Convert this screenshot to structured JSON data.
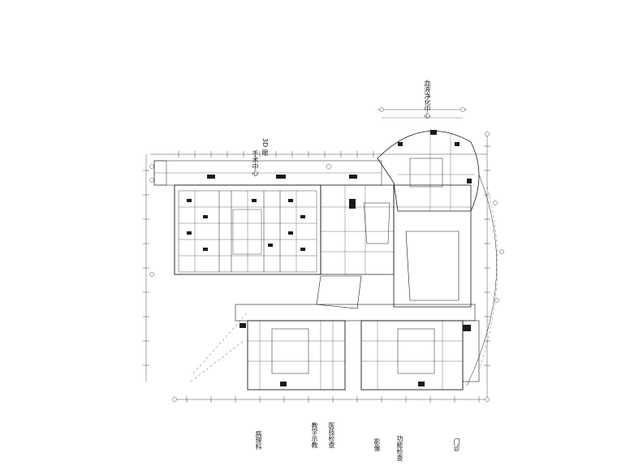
{
  "title": "",
  "labels": {
    "top_room": "手术中心",
    "top_room_2": "3D 眼",
    "top_right": "血液净化中心",
    "bottom_1": "病理科",
    "bottom_2": "教学示教",
    "bottom_3": "医技检查",
    "bottom_4": "影像",
    "bottom_5": "功能检查",
    "bottom_6": "门诊"
  },
  "colors": {
    "line": "#1a1a1a",
    "background": "#ffffff"
  }
}
